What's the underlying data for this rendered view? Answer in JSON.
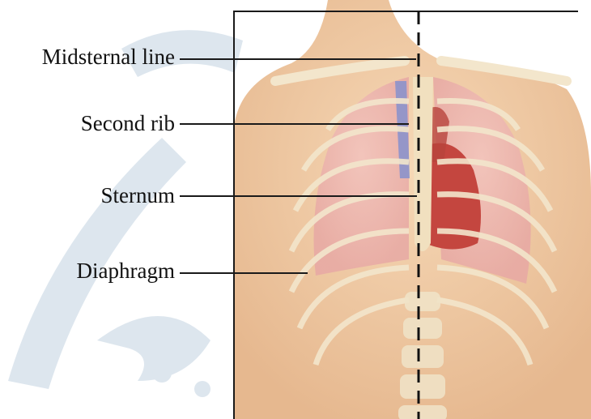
{
  "labels": {
    "midsternal_line": "Midsternal line",
    "second_rib": "Second rib",
    "sternum": "Sternum",
    "diaphragm": "Diaphragm"
  },
  "colors": {
    "skin": "#efc9a3",
    "bone": "#f3e6cc",
    "lung": "#e9a9a8",
    "heart": "#c4463f",
    "vein": "#7f8fd0",
    "watermark": "#9fb8cf",
    "line": "#1a1a1a"
  }
}
